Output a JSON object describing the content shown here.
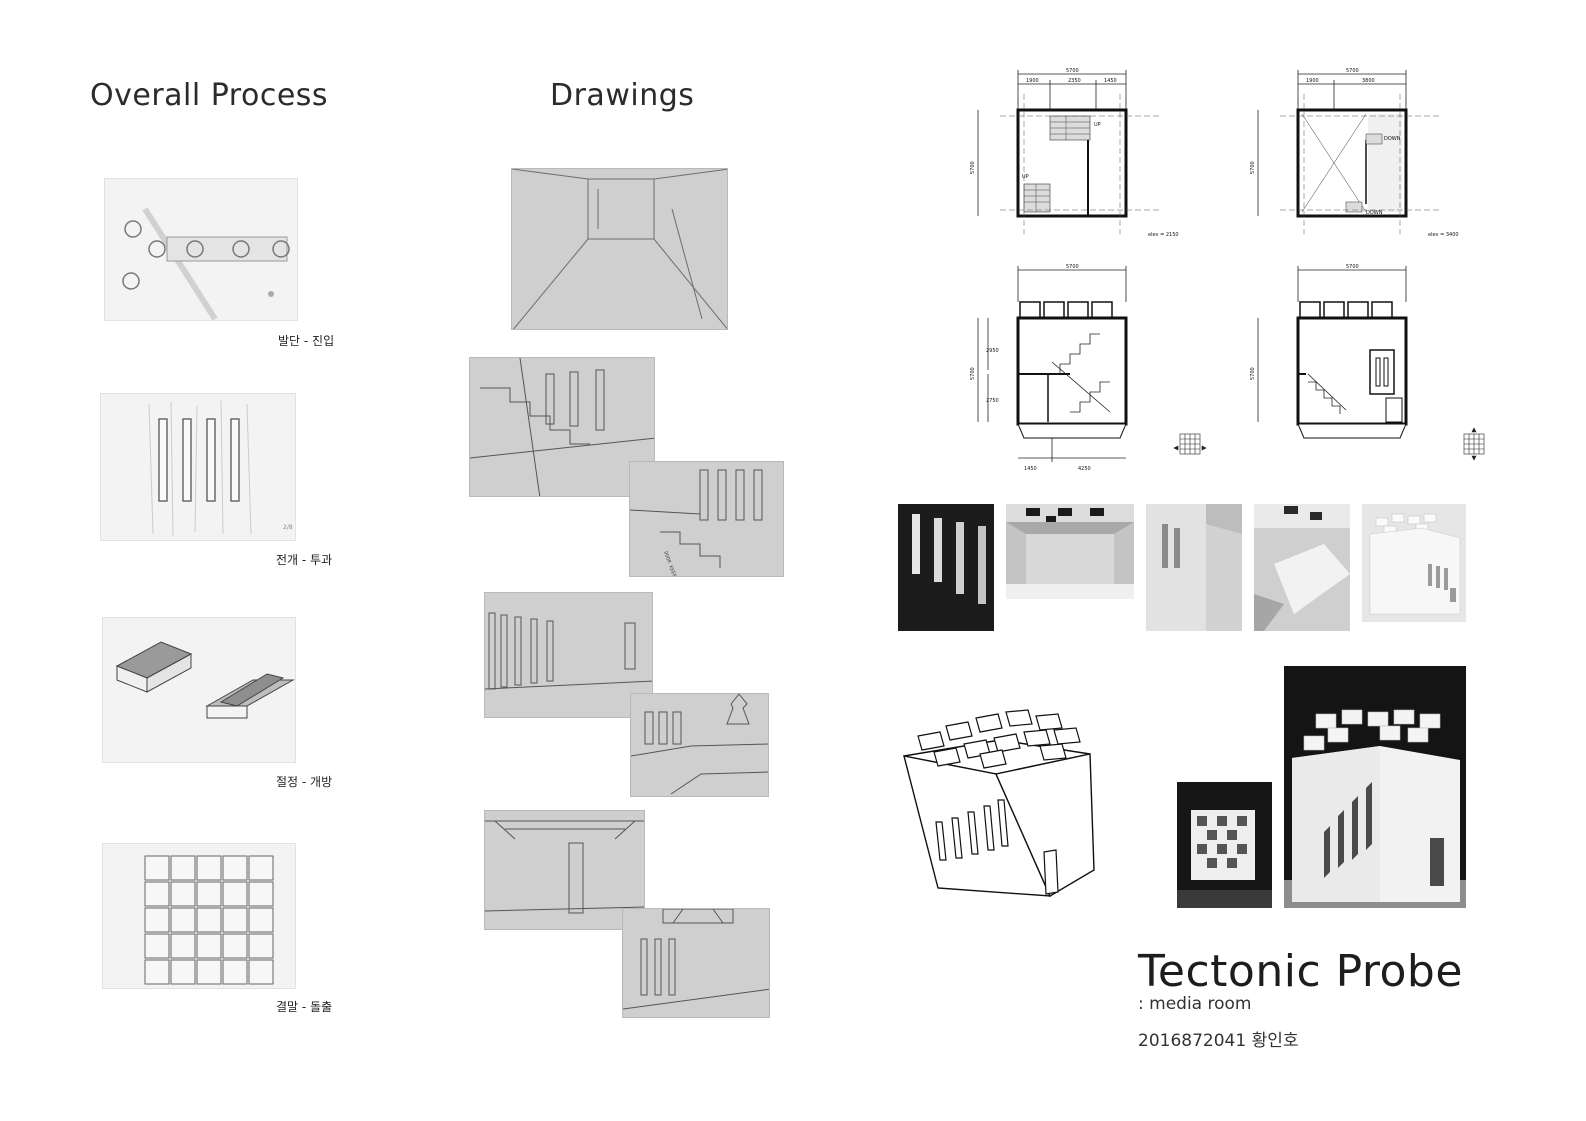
{
  "headings": {
    "overall_process": "Overall Process",
    "drawings": "Drawings"
  },
  "process": [
    {
      "caption": "발단 - 진입"
    },
    {
      "caption": "전개 - 투과"
    },
    {
      "caption": "절정 - 개방"
    },
    {
      "caption": "결말 - 돌출"
    }
  ],
  "plans": {
    "plan1": {
      "overall": "5700",
      "segments": [
        "1900",
        "2350",
        "1450"
      ],
      "side": "5700",
      "elev": "elev = 2150",
      "up": "UP",
      "down": "UP"
    },
    "plan2": {
      "overall": "5700",
      "segments": [
        "1900",
        "3800"
      ],
      "side": "5700",
      "elev": "elev = 3400",
      "down1": "DOWN",
      "down2": "DOWN"
    },
    "section1": {
      "overall": "5700",
      "side": "5700",
      "upper": "2950",
      "lower": "2750",
      "bottom1": "1450",
      "bottom2": "4250"
    },
    "section2": {
      "overall": "5700",
      "side": "5700"
    }
  },
  "sketch_note": "DOOR KEEPS WALK ON SPLEEN INSIDE",
  "project": {
    "title": "Tectonic Probe",
    "subtitle": ": media room",
    "student": "2016872041 황인호"
  }
}
